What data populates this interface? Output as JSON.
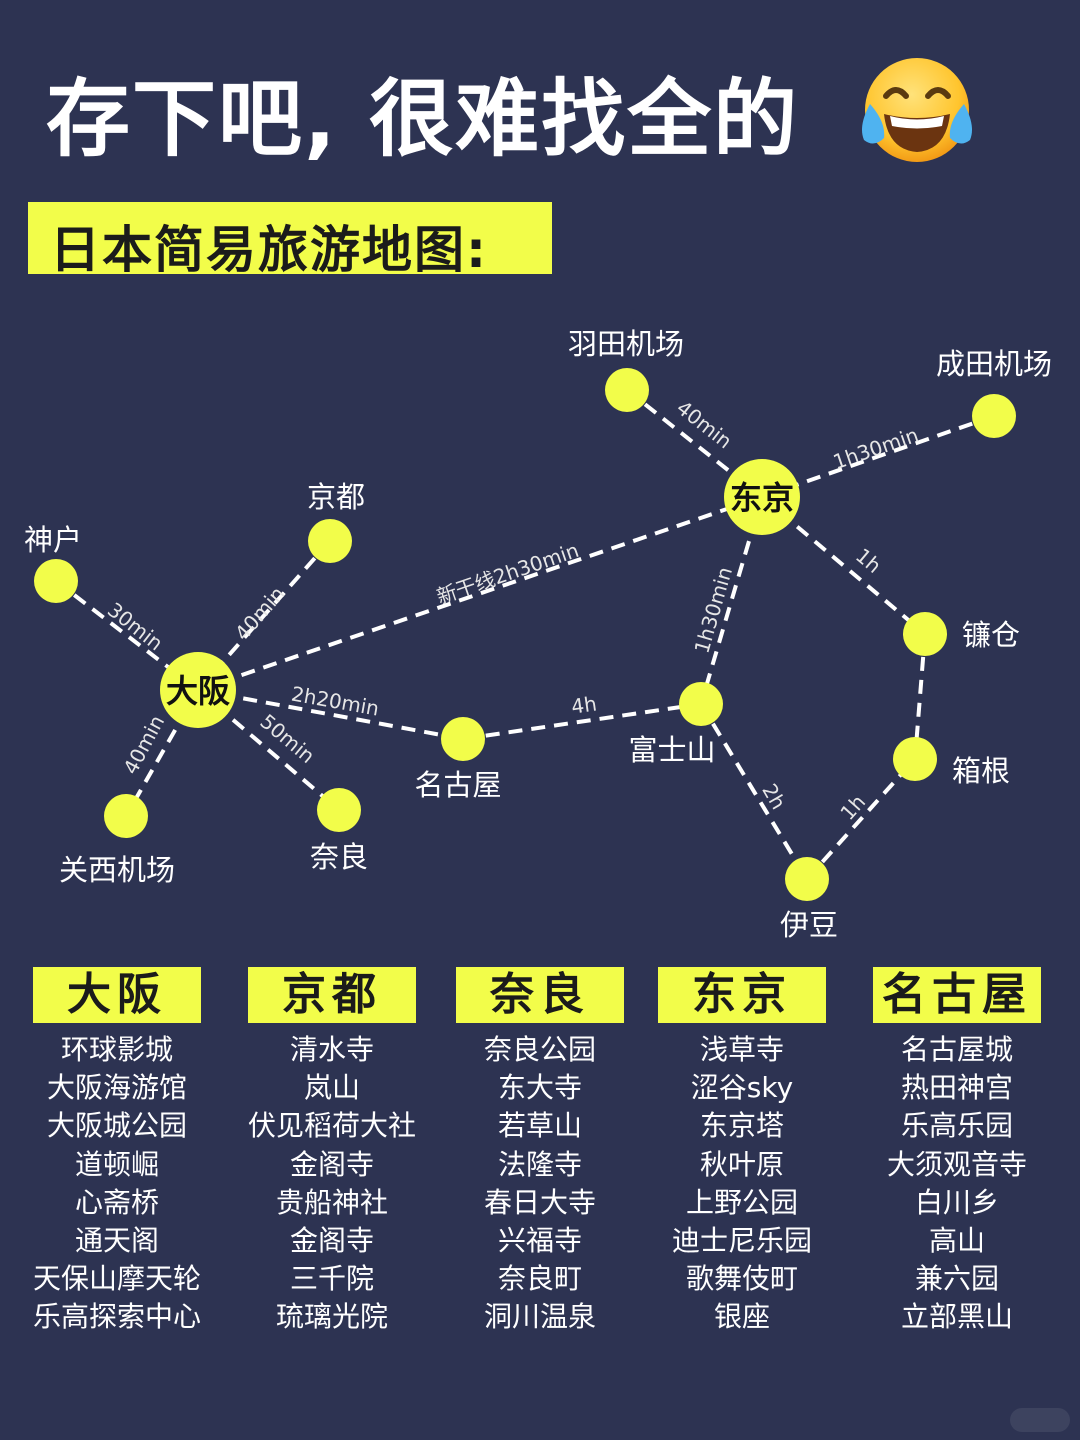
{
  "header": {
    "title": "存下吧, 很难找全的",
    "emoji": "face-with-tears-of-joy",
    "subtitle": "日本简易旅游地图:"
  },
  "map": {
    "hubs": {
      "osaka": "大阪",
      "tokyo": "东京"
    },
    "places": {
      "haneda": "羽田机场",
      "narita": "成田机场",
      "kyoto": "京都",
      "kobe": "神户",
      "nagoya": "名古屋",
      "fuji": "富士山",
      "kamakura": "镰仓",
      "hakone": "箱根",
      "izu": "伊豆",
      "kansai_airport": "关西机场",
      "nara": "奈良"
    },
    "routes": {
      "haneda_tokyo": "40min",
      "narita_tokyo": "1h30min",
      "kobe_osaka": "30min",
      "kyoto_osaka": "40min",
      "osaka_tokyo": "新干线2h30min",
      "osaka_nagoya": "2h20min",
      "nagoya_fuji": "4h",
      "tokyo_fuji": "1h30min",
      "tokyo_kamakura": "1h",
      "osaka_kansai": "40min",
      "osaka_nara": "50min",
      "fuji_izu": "2h",
      "izu_hakone": "1h"
    }
  },
  "columns": [
    {
      "heading": "大阪",
      "items": [
        "环球影城",
        "大阪海游馆",
        "大阪城公园",
        "道顿崛",
        "心斋桥",
        "通天阁",
        "天保山摩天轮",
        "乐高探索中心"
      ]
    },
    {
      "heading": "京都",
      "items": [
        "清水寺",
        "岚山",
        "伏见稻荷大社",
        "金阁寺",
        "贵船神社",
        "金阁寺",
        "三千院",
        "琉璃光院"
      ]
    },
    {
      "heading": "奈良",
      "items": [
        "奈良公园",
        "东大寺",
        "若草山",
        "法隆寺",
        "春日大寺",
        "兴福寺",
        "奈良町",
        "洞川温泉"
      ]
    },
    {
      "heading": "东京",
      "items": [
        "浅草寺",
        "涩谷sky",
        "东京塔",
        "秋叶原",
        "上野公园",
        "迪士尼乐园",
        "歌舞伎町",
        "银座"
      ]
    },
    {
      "heading": "名古屋",
      "items": [
        "名古屋城",
        "热田神宫",
        "乐高乐园",
        "大须观音寺",
        "白川乡",
        "高山",
        "兼六园",
        "立部黑山"
      ]
    }
  ],
  "colors": {
    "background": "#2d3352",
    "accent": "#f2fd4a",
    "text": "#ffffff"
  }
}
